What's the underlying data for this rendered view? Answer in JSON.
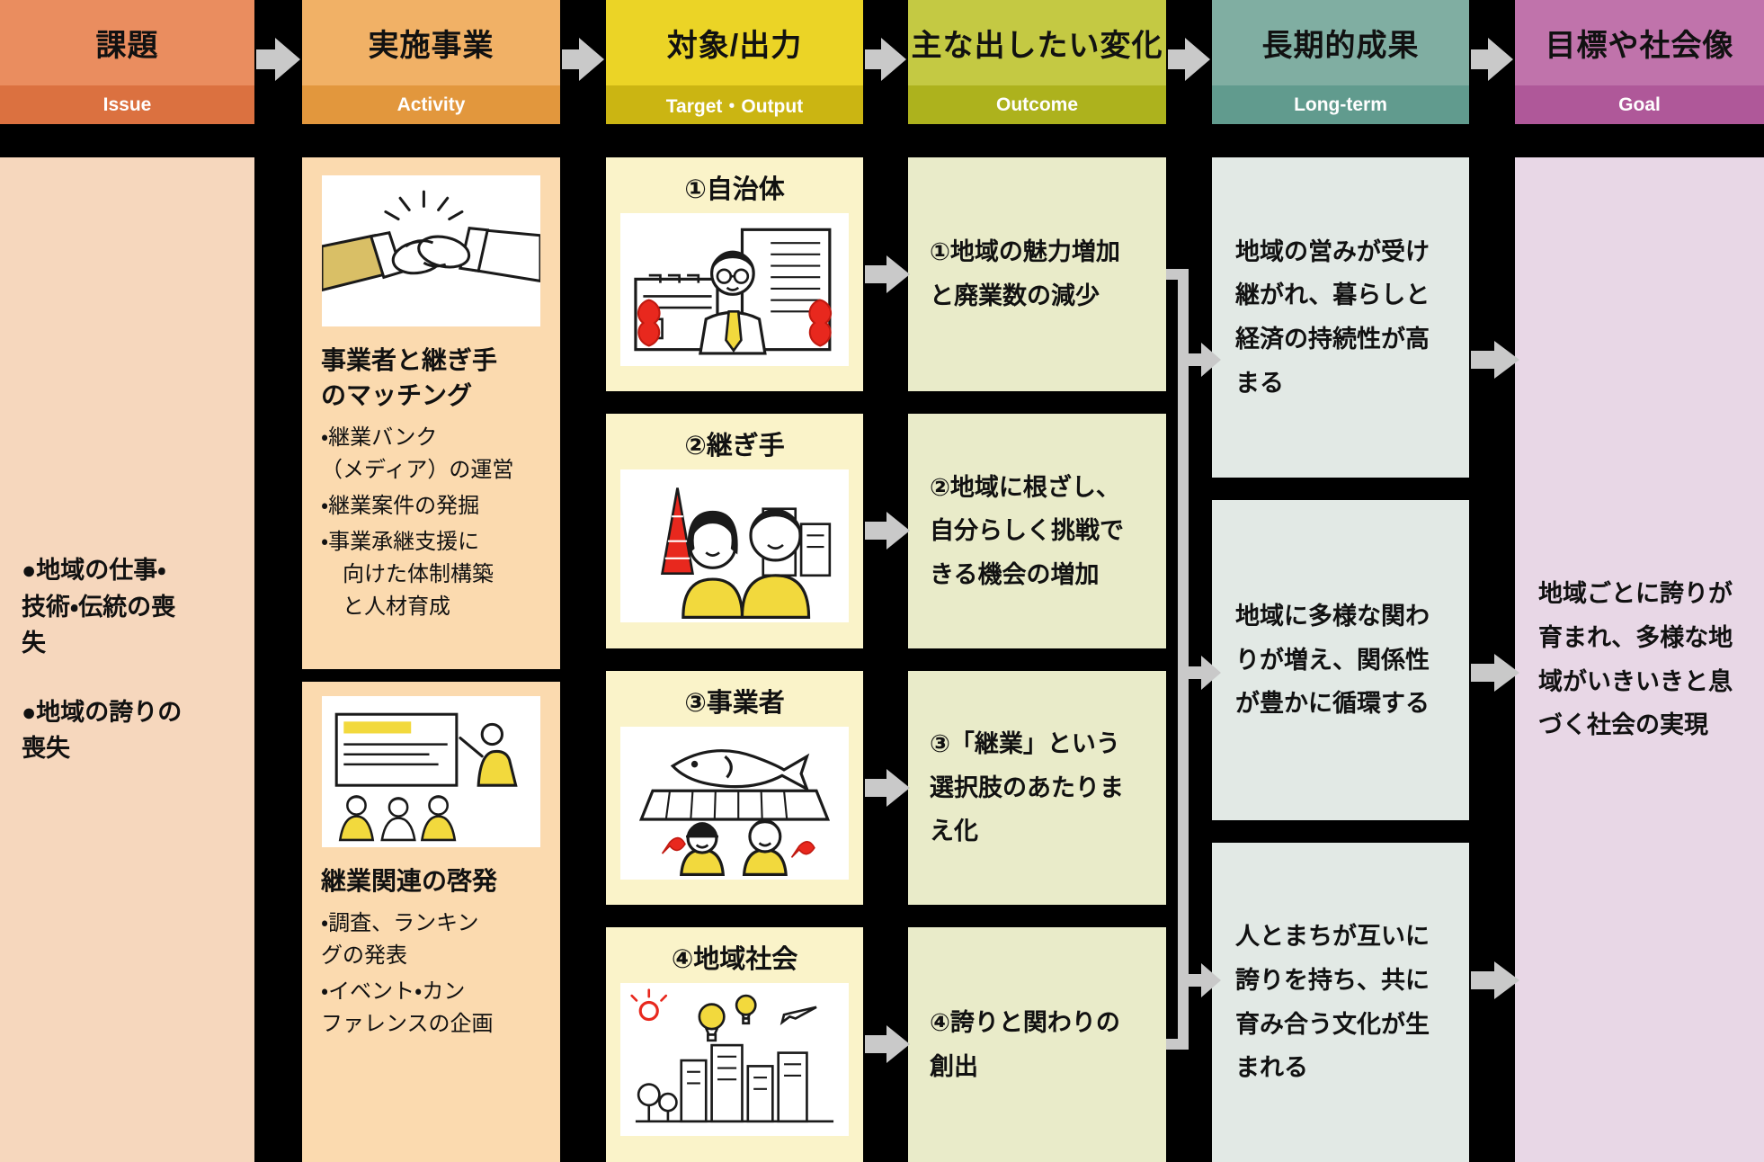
{
  "headers": [
    {
      "ja": "課題",
      "en": "Issue"
    },
    {
      "ja": "実施事業",
      "en": "Activity"
    },
    {
      "ja": "対象/出力",
      "en": "Target・Output"
    },
    {
      "ja": "主な出したい変化",
      "en": "Outcome"
    },
    {
      "ja": "長期的成果",
      "en": "Long-term"
    },
    {
      "ja": "目標や社会像",
      "en": "Goal"
    }
  ],
  "issue": {
    "items": [
      "●地域の仕事・\n技術・伝統の喪\n失",
      "●地域の誇りの\n喪失"
    ]
  },
  "activities": [
    {
      "title": "事業者と継ぎ手\nのマッチング",
      "illustration": "handshake",
      "bullets": [
        "・継業バンク\n（メディア）の運営",
        "・継業案件の発掘",
        "・事業承継支援に\n　向けた体制構築\n　と人材育成"
      ]
    },
    {
      "title": "継業関連の啓発",
      "illustration": "presentation-seminar",
      "bullets": [
        "・調査、ランキン\nグの発表",
        "・イベント・カン\nファレンスの企画"
      ]
    }
  ],
  "targets": [
    {
      "label": "①自治体",
      "illustration": "municipal-officer"
    },
    {
      "label": "②継ぎ手",
      "illustration": "young-successors"
    },
    {
      "label": "③事業者",
      "illustration": "fish-shop-owners"
    },
    {
      "label": "④地域社会",
      "illustration": "townscape-balloons"
    }
  ],
  "outcomes": [
    "①地域の魅力増加\nと廃業数の減少",
    "②地域に根ざし、\n自分らしく挑戦で\nきる機会の増加",
    "③「継業」という\n選択肢のあたりま\nえ化",
    "④誇りと関わりの\n創出"
  ],
  "longterm": [
    "地域の営みが受け\n継がれ、暮らしと\n経済の持続性が高\nまる",
    "地域に多様な関わ\nりが増え、関係性\nが豊かに循環する",
    "人とまちが互いに\n誇りを持ち、共に\n育み合う文化が生\nまれる"
  ],
  "goal": "地域ごとに誇りが\n育まれ、多様な地\n域がいきいきと息\nづく社会の実現",
  "colors": {
    "issue_top": "#EA8D5F",
    "issue_band": "#DB7140",
    "issue_box": "#F6D7BD",
    "activity_top": "#F1B166",
    "activity_band": "#E2973D",
    "activity_box": "#FBDAAF",
    "target_top": "#EBD426",
    "target_band": "#CBB512",
    "target_box": "#FAF3C9",
    "outcome_top": "#C4C943",
    "outcome_band": "#ADB21D",
    "outcome_box": "#E9EBC9",
    "longterm_top": "#80AEA2",
    "longterm_band": "#619B8E",
    "longterm_box": "#E2E9E5",
    "goal_top": "#C073AB",
    "goal_band": "#AF5899",
    "goal_box": "#E8D7E6",
    "arrow": "#C9C9C9",
    "accent_red": "#E8281E",
    "accent_yellow": "#F2D93D",
    "line_ink": "#1A1A1A"
  }
}
